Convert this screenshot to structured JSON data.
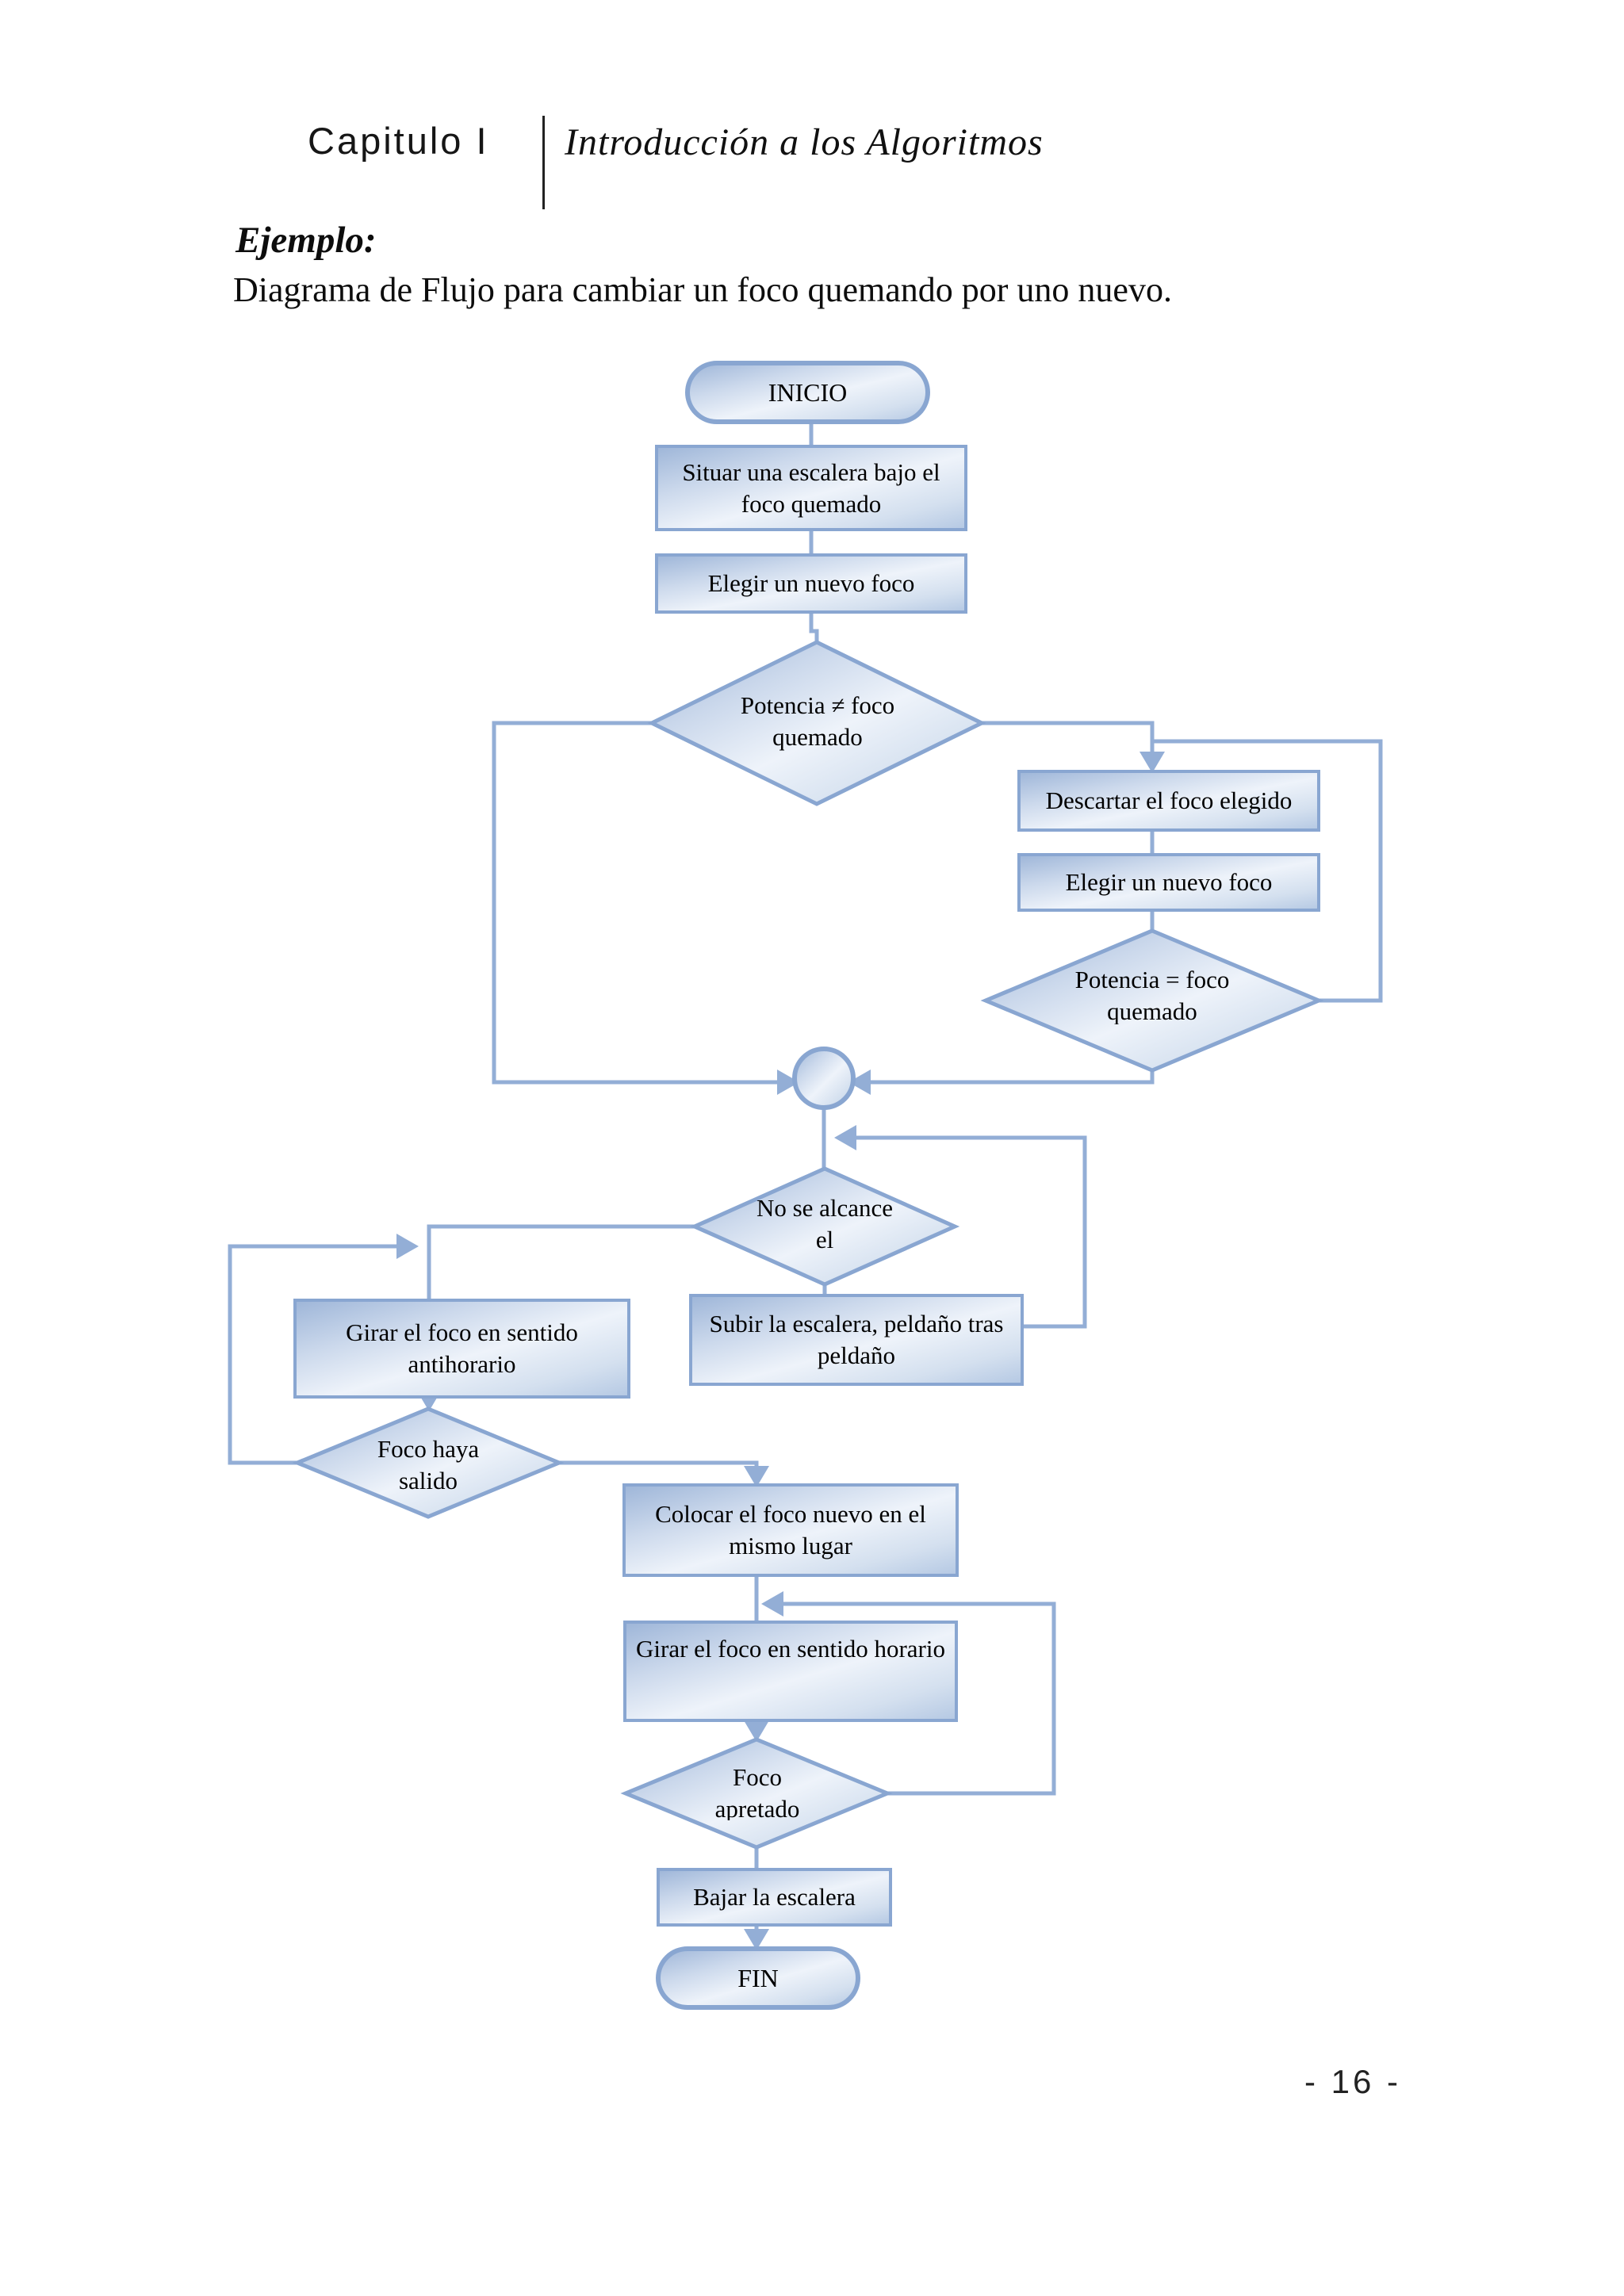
{
  "header": {
    "chapter": "Capitulo I",
    "title": "Introducción a los Algoritmos"
  },
  "intro": {
    "label": "Ejemplo:",
    "description": "Diagrama de Flujo para cambiar un foco quemando por uno nuevo."
  },
  "flowchart": {
    "type": "flowchart",
    "nodes": {
      "inicio": "INICIO",
      "situar": "Situar una escalera bajo el foco quemado",
      "elegir1": "Elegir un nuevo foco",
      "potencia_neq": "Potencia  ≠ foco quemado",
      "descartar": "Descartar el foco elegido",
      "elegir2": "Elegir un nuevo foco",
      "potencia_eq": "Potencia  = foco quemado",
      "no_alcance": "No se alcance el",
      "girar_antihorario": "Girar el foco en sentido antihorario",
      "subir": "Subir la escalera, peldaño tras peldaño",
      "foco_salido": "Foco haya salido",
      "colocar": "Colocar el foco nuevo en el mismo lugar",
      "girar_horario": "Girar el foco en sentido horario",
      "foco_apretado": "Foco apretado",
      "bajar": "Bajar la escalera",
      "fin": "FIN"
    },
    "edges": [
      "inicio -> situar",
      "situar -> elegir1",
      "elegir1 -> potencia_neq",
      "potencia_neq -> descartar (derecha)",
      "descartar -> elegir2",
      "elegir2 -> potencia_eq",
      "potencia_eq -> descartar (lazo derecho)",
      "potencia_eq -> conector (abajo-izquierda)",
      "potencia_neq -> conector (lazo izquierdo)",
      "conector -> no_alcance",
      "no_alcance -> girar_antihorario (izquierda)",
      "no_alcance -> subir (abajo)",
      "subir -> conector/no_alcance (lazo)",
      "girar_antihorario -> foco_salido",
      "foco_salido -> girar_antihorario (lazo izquierdo)",
      "foco_salido -> colocar (derecha)",
      "colocar -> girar_horario",
      "girar_horario -> foco_apretado",
      "foco_apretado -> colocar/girar_horario (lazo derecho)",
      "foco_apretado -> bajar",
      "bajar -> fin"
    ]
  },
  "footer": {
    "page_number": "- 16 -"
  },
  "colors": {
    "connector_line": "#93aed6",
    "shape_border": "#89a6d1",
    "shape_fill_dark": "#9db5d8",
    "shape_fill_light": "#eef3fa",
    "text": "#000000",
    "page_background": "#ffffff"
  }
}
